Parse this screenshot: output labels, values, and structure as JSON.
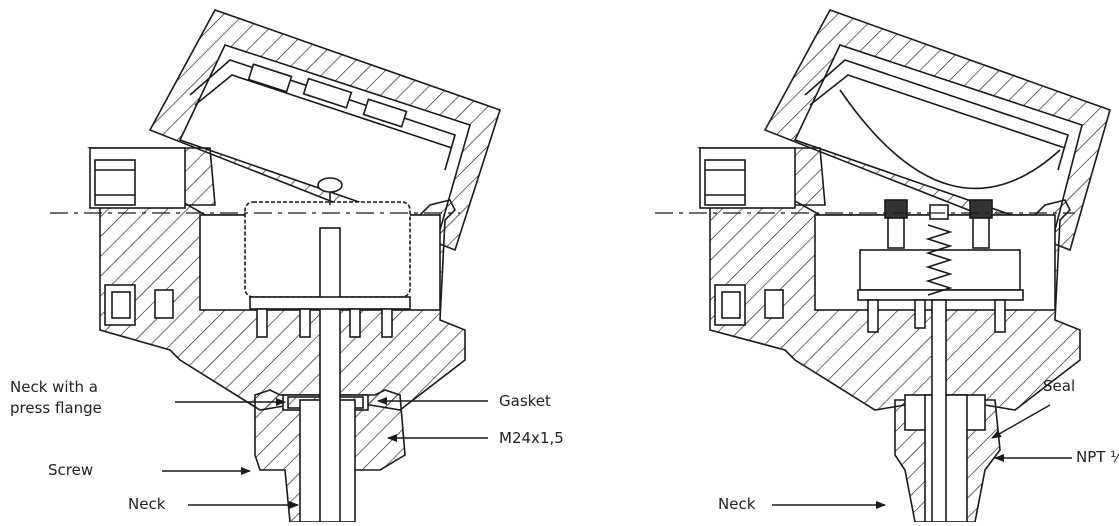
{
  "left_figure": {
    "labels": {
      "neck_flange_line1": "Neck with a",
      "neck_flange_line2": "press flange",
      "screw": "Screw",
      "neck": "Neck",
      "gasket": "Gasket",
      "thread": "M24x1,5"
    }
  },
  "right_figure": {
    "labels": {
      "seal": "Seal",
      "thread": "NPT ½",
      "neck": "Neck"
    }
  },
  "colors": {
    "line": "#1a1a1a",
    "background": "#ffffff"
  }
}
